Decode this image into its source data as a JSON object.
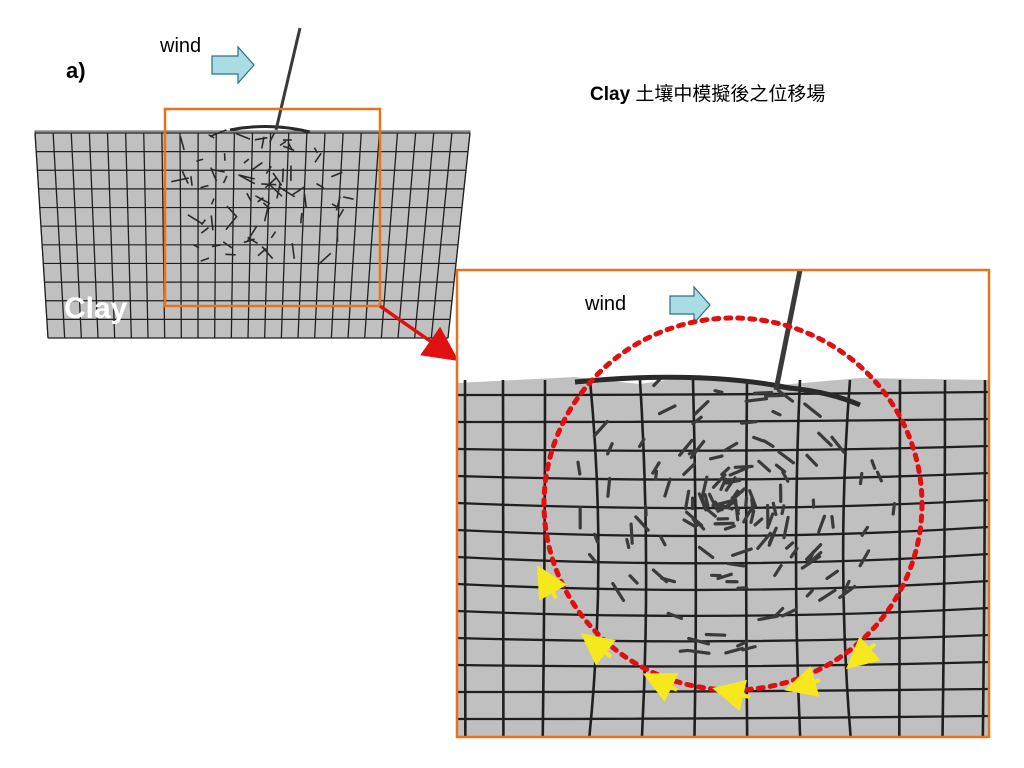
{
  "panel_label": "a)",
  "wind_label_main": "wind",
  "wind_label_zoom": "wind",
  "material_label": "Clay",
  "title": {
    "bold_part": "Clay",
    "rest": " 土壤中模擬後之位移場"
  },
  "colors": {
    "soil": "#c0c0c0",
    "mesh": "#1f1f1f",
    "highlight_box": "#e8731c",
    "connector_arrow": "#e01010",
    "dotted_circle": "#e01010",
    "flow_arrows": "#f7e81e",
    "wind_arrow_fill": "#a9dce3",
    "wind_arrow_stroke": "#2f6f87",
    "pole": "#3a3a3a"
  },
  "flow_arrow_count": 6
}
